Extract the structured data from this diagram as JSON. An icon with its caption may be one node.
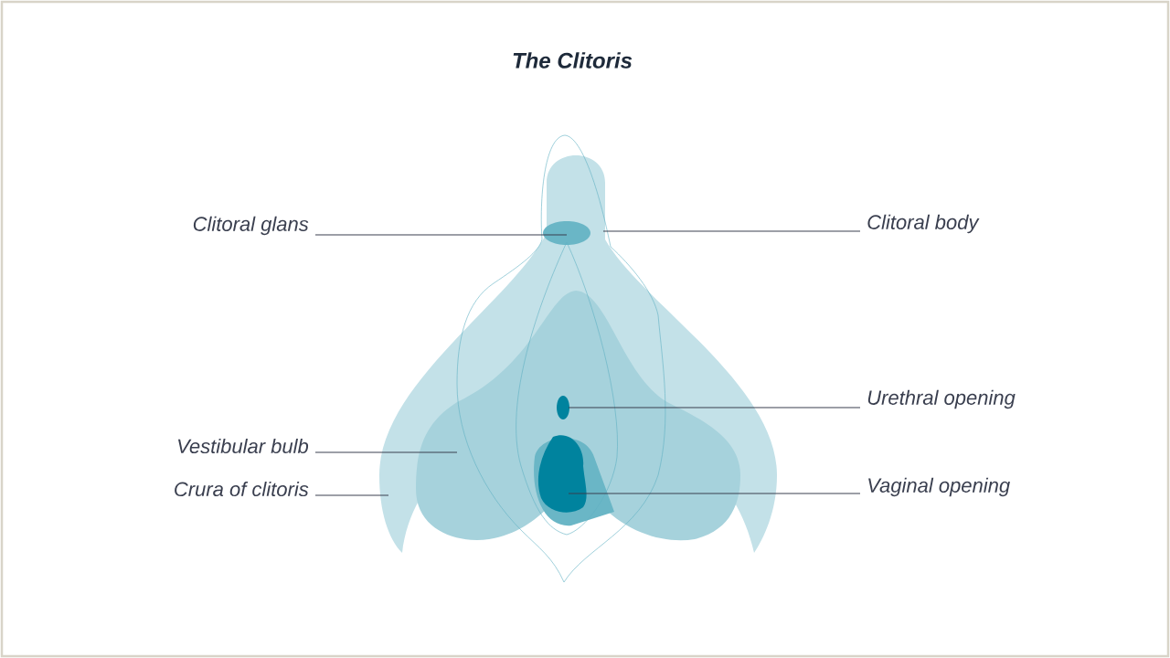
{
  "diagram": {
    "title": "The Clitoris",
    "nodes": [
      {
        "text": [
          "Clitoral glans"
        ]
      },
      {
        "text": [
          "Clitoral body"
        ]
      },
      {
        "text": [
          "Urethral opening"
        ]
      },
      {
        "text": [
          "Vestibular bulb"
        ]
      },
      {
        "text": [
          "Crura of clitoris"
        ]
      },
      {
        "text": [
          "Vaginal opening"
        ]
      }
    ],
    "edges": [
      {
        "from": 0,
        "to": null,
        "arrow": "none"
      },
      {
        "from": 1,
        "to": null,
        "arrow": "none"
      },
      {
        "from": 2,
        "to": null,
        "arrow": "none"
      },
      {
        "from": 3,
        "to": null,
        "arrow": "none"
      },
      {
        "from": 4,
        "to": null,
        "arrow": "none"
      },
      {
        "from": 5,
        "to": null,
        "arrow": "none"
      }
    ]
  }
}
